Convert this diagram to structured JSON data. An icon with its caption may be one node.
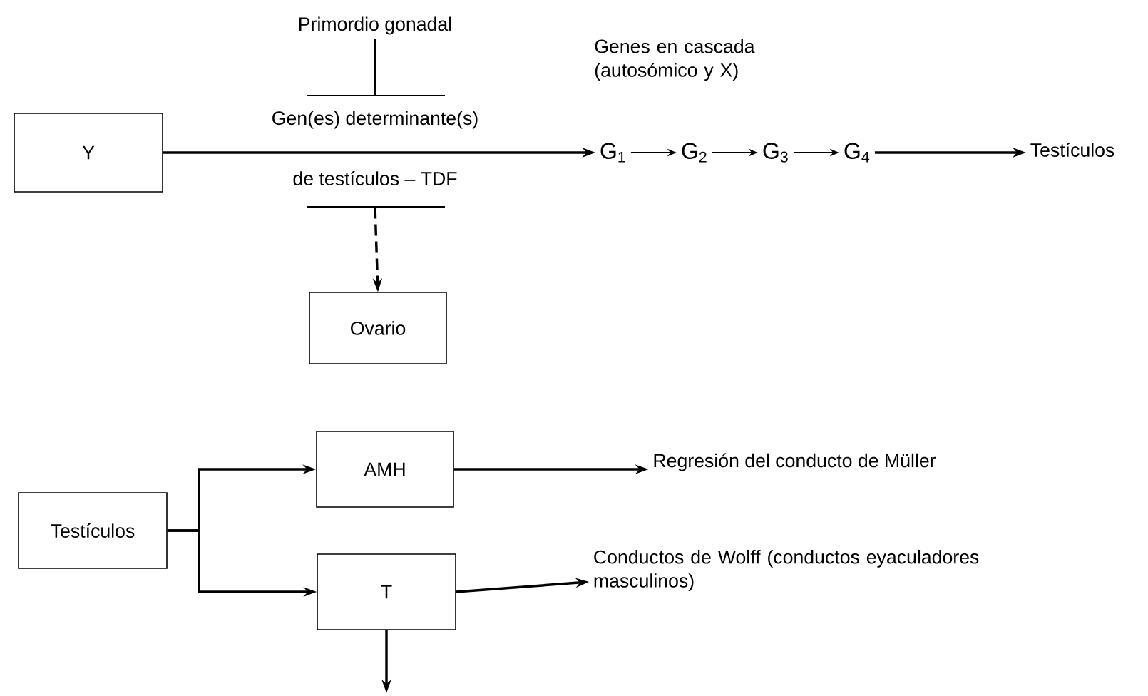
{
  "diagram": {
    "nodes": [
      {
        "text": [
          "Primordio gonadal"
        ]
      },
      {
        "text": [
          "Y"
        ]
      },
      {
        "text": [
          "Gen(es) determinante(s)",
          "de testículos – TDF"
        ]
      },
      {
        "text": [
          "G$_{1}$"
        ]
      },
      {
        "text": [
          "G$_{2}$"
        ]
      },
      {
        "text": [
          "G$_{3}$"
        ]
      },
      {
        "text": [
          "G$_{4}$"
        ]
      },
      {
        "text": [
          "Testículos"
        ]
      },
      {
        "text": [
          "Ovario"
        ]
      },
      {
        "text": [
          "Testículos"
        ]
      },
      {
        "text": [
          "AMH"
        ]
      },
      {
        "text": [
          "T"
        ]
      },
      {
        "text": [
          "Regresión del conducto de Müller"
        ]
      },
      {
        "text": [
          "Conductos de Wolff (conductos eyaculadores masculinos)"
        ]
      }
    ],
    "edges": [
      {
        "from": 0,
        "to": 2,
        "arrow": "none"
      },
      {
        "from": 1,
        "to": 3,
        "arrow": "to"
      },
      {
        "from": 3,
        "to": 4,
        "arrow": "to"
      },
      {
        "from": 4,
        "to": 5,
        "arrow": "to"
      },
      {
        "from": 5,
        "to": 6,
        "arrow": "to"
      },
      {
        "from": 6,
        "to": 7,
        "arrow": "to"
      },
      {
        "from": 2,
        "to": 8,
        "arrow": "to",
        "style": "dashed"
      },
      {
        "from": 9,
        "to": 10,
        "arrow": "to"
      },
      {
        "from": 9,
        "to": 11,
        "arrow": "to"
      },
      {
        "from": 10,
        "to": 12,
        "arrow": "to"
      },
      {
        "from": 11,
        "to": 13,
        "arrow": "to"
      },
      {
        "from": 11,
        "to": null,
        "arrow": "to"
      }
    ],
    "labels": [
      "Genes en cascada (autosómico y X)"
    ]
  }
}
